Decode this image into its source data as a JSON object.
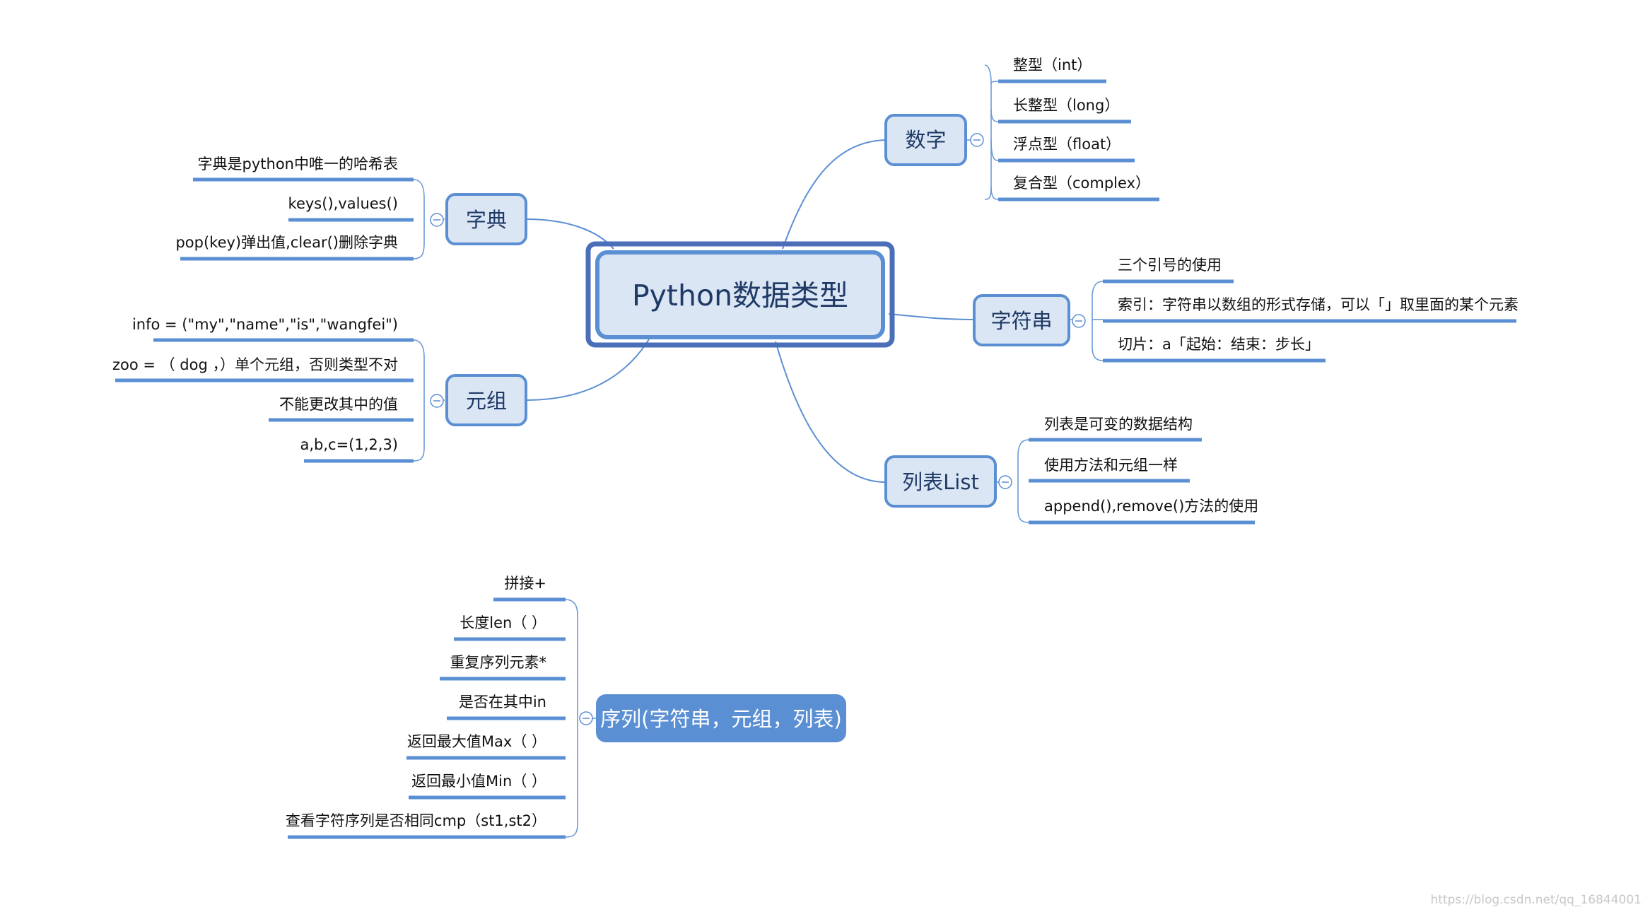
{
  "root": {
    "label": "Python数据类型"
  },
  "topics": {
    "number": {
      "label": "数字",
      "items": [
        "整型（int）",
        "长整型（long）",
        "浮点型（float）",
        "复合型（complex）"
      ]
    },
    "dict": {
      "label": "字典",
      "items": [
        "字典是python中唯一的哈希表",
        "keys(),values()",
        "pop(key)弹出值,clear()删除字典"
      ]
    },
    "string": {
      "label": "字符串",
      "items": [
        "三个引号的使用",
        "索引：字符串以数组的形式存储，可以「」取里面的某个元素",
        "切片：a「起始：结束：步长」"
      ]
    },
    "tuple": {
      "label": "元组",
      "items": [
        "info = (\"my\",\"name\",\"is\",\"wangfei\")",
        "zoo = （ dog ，）单个元组，否则类型不对",
        "不能更改其中的值",
        "a,b,c=(1,2,3)"
      ]
    },
    "list": {
      "label": "列表List",
      "items": [
        "列表是可变的数据结构",
        "使用方法和元组一样",
        "append(),remove()方法的使用"
      ]
    }
  },
  "sequence": {
    "label": "序列(字符串，元组，列表)",
    "items": [
      "拼接+",
      "长度len（ ）",
      "重复序列元素*",
      "是否在其中in",
      "返回最大值Max（ ）",
      "返回最小值Min（ ）",
      "查看字符序列是否相同cmp（st1,st2）"
    ]
  },
  "watermark": "https://blog.csdn.net/qq_16844001",
  "colors": {
    "accent": "#5b8fd3",
    "topic_fill": "#dbe6f4",
    "topic_text": "#1f3a66",
    "root_border": "#4a6fb8"
  }
}
